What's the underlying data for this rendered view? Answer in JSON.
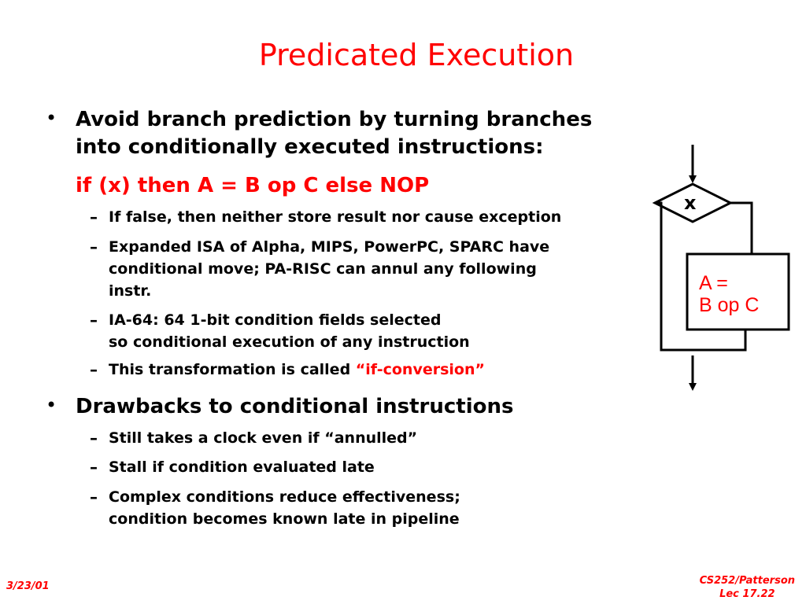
{
  "slide": {
    "title": "Predicated Execution",
    "bullets": [
      {
        "text_line1": "Avoid branch prediction by turning branches",
        "text_line2": "into conditionally executed instructions:",
        "code": "if (x) then A = B op C else NOP",
        "subitems": [
          {
            "line1": "If false, then neither store result nor cause exception"
          },
          {
            "line1": "Expanded ISA of Alpha, MIPS, PowerPC, SPARC have",
            "line2": "conditional move; PA-RISC can annul any following",
            "line3": "instr."
          },
          {
            "line1": "IA-64: 64 1-bit condition fields selected",
            "line2": "so conditional execution of any instruction"
          },
          {
            "prefix": "This transformation is called ",
            "highlight": "“if-conversion”"
          }
        ]
      },
      {
        "text_line1": "Drawbacks to conditional instructions",
        "subitems": [
          {
            "line1": "Still takes a clock even if “annulled”"
          },
          {
            "line1": "Stall if condition evaluated late"
          },
          {
            "line1": "Complex conditions reduce effectiveness;",
            "line2": "condition becomes known late in pipeline"
          }
        ]
      }
    ],
    "bullet_symbol": "•",
    "dash_symbol": "–"
  },
  "diagram": {
    "condition": "x",
    "box_line1": "A =",
    "box_line2": "B op C"
  },
  "footer": {
    "date": "3/23/01",
    "course": "CS252/Patterson",
    "lecture": "Lec 17.22"
  },
  "colors": {
    "accent": "#ff0000",
    "text": "#000000",
    "background": "#ffffff"
  }
}
